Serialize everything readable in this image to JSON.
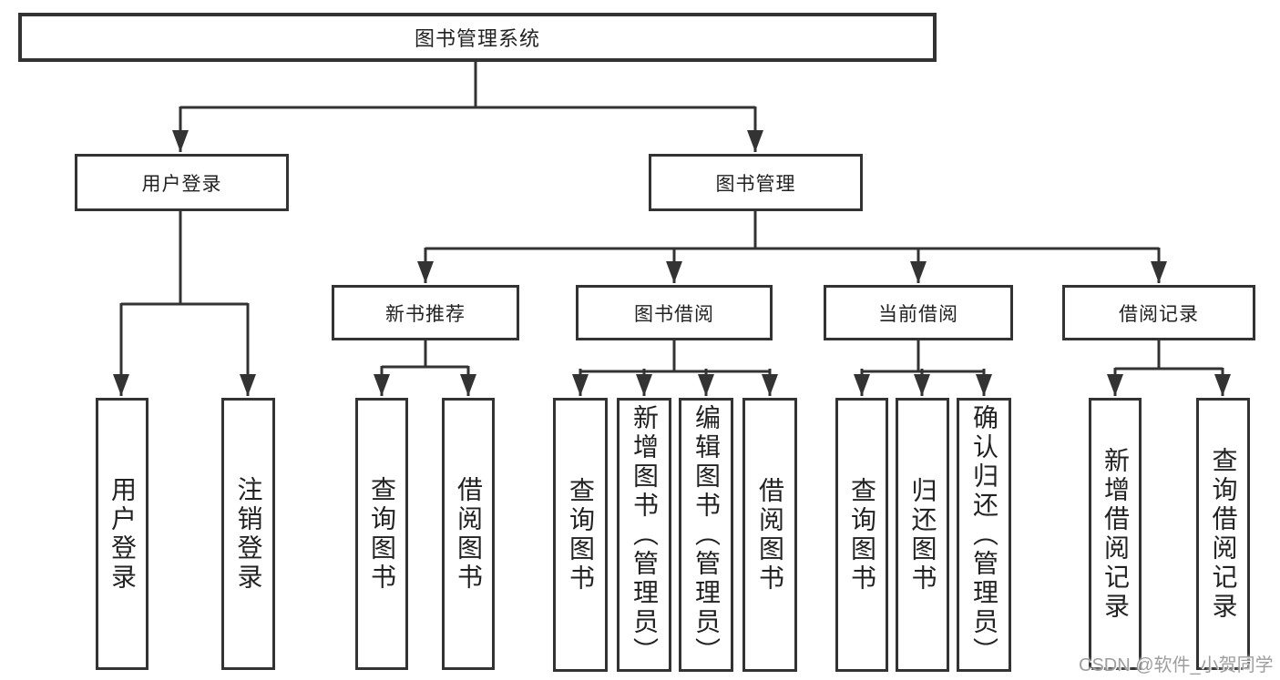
{
  "diagram_title": "图书管理系统",
  "nodes": {
    "root": "图书管理系统",
    "user_login": "用户登录",
    "book_management": "图书管理",
    "new_book_recommend": "新书推荐",
    "book_borrowing": "图书借阅",
    "current_borrowing": "当前借阅",
    "borrowing_records": "借阅记录",
    "leaf_user_login": "用户登录",
    "leaf_logout": "注销登录",
    "nb_query_books": "查询图书",
    "nb_borrow_books": "借阅图书",
    "bb_query_books": "查询图书",
    "bb_add_books": "新增图书（管理员）",
    "bb_edit_books": "编辑图书（管理员）",
    "bb_borrow_books": "借阅图书",
    "cb_query_books": "查询图书",
    "cb_return_books": "归还图书",
    "cb_confirm_return": "确认归还（管理员）",
    "br_add_record": "新增借阅记录",
    "br_query_record": "查询借阅记录"
  },
  "watermark": {
    "text": "CSDN @软件_小贺同学"
  },
  "colors": {
    "line": "#333333",
    "box_border": "#333333",
    "text": "#222222",
    "watermark": "#9e9e9e",
    "background": "#ffffff"
  }
}
